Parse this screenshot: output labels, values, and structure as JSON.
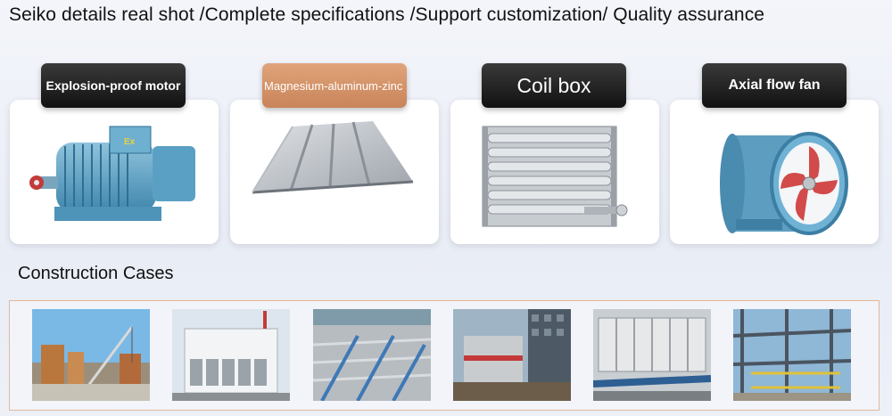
{
  "headline": "Seiko details real shot /Complete specifications /Support customization/ Quality assurance",
  "products": [
    {
      "label": "Explosion-proof motor",
      "icon": "explosion-proof-motor-icon"
    },
    {
      "label": "Magnesium-aluminum-zinc",
      "icon": "metal-roof-panel-icon"
    },
    {
      "label": "Coil box",
      "icon": "coil-box-icon"
    },
    {
      "label": "Axial flow fan",
      "icon": "axial-flow-fan-icon"
    }
  ],
  "section_title": "Construction Cases",
  "cases": [
    {
      "icon": "crane-site-photo"
    },
    {
      "icon": "cooling-tower-photo"
    },
    {
      "icon": "rooftop-piping-photo"
    },
    {
      "icon": "building-tower-photo"
    },
    {
      "icon": "cooling-unit-row-photo"
    },
    {
      "icon": "steel-structure-photo"
    }
  ]
}
